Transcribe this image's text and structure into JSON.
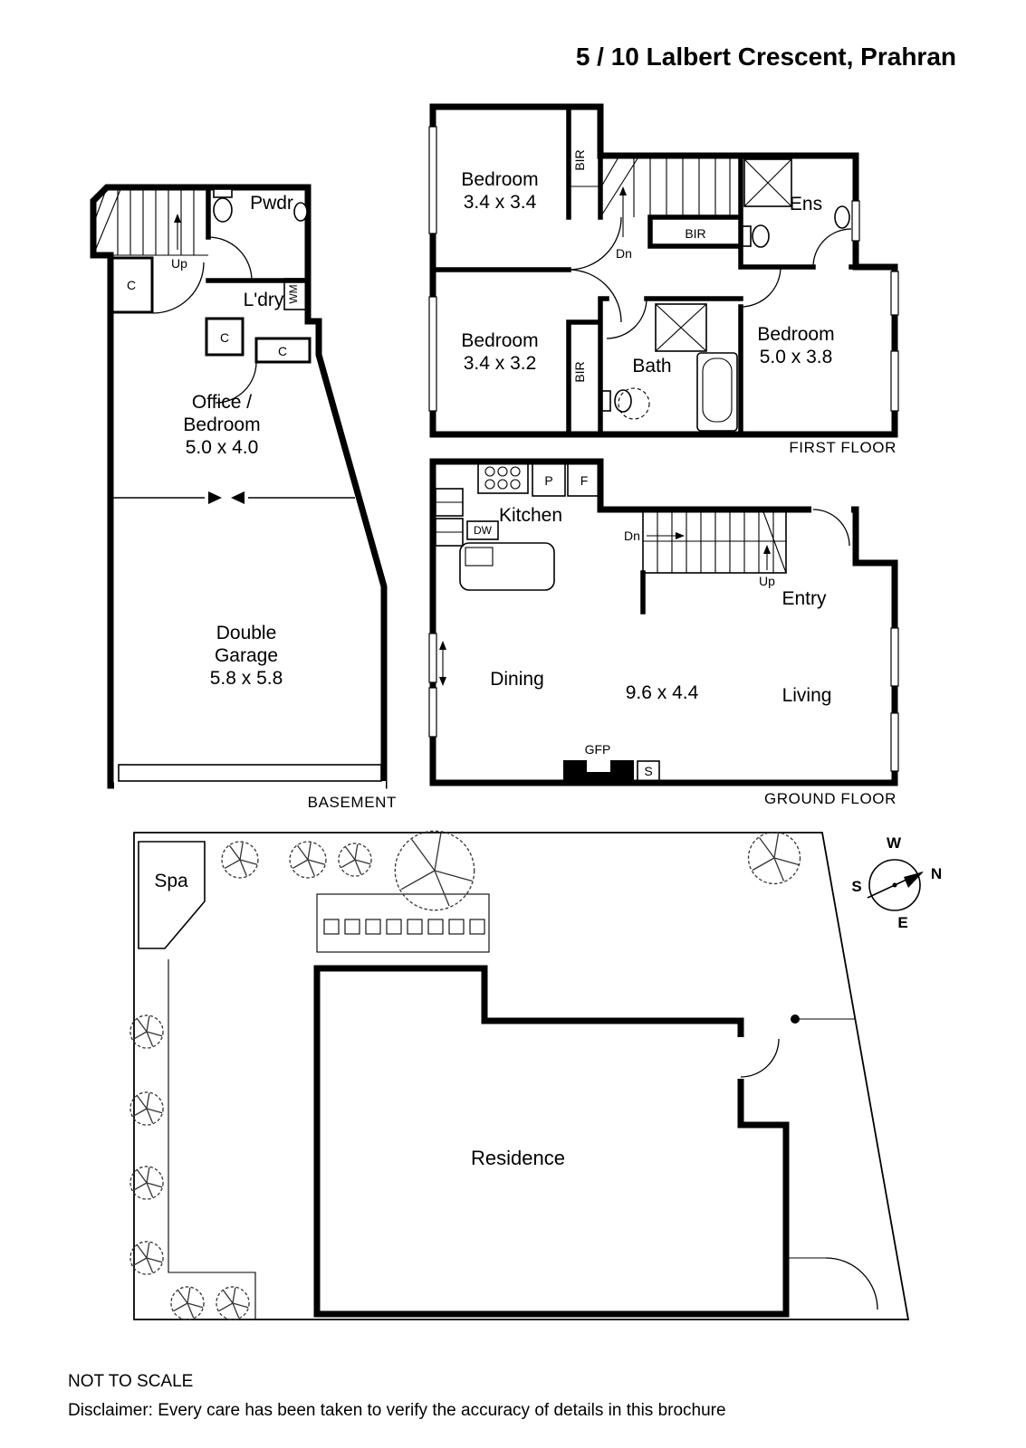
{
  "title": "5 / 10 Lalbert Crescent, Prahran",
  "floors": {
    "first": {
      "caption": "FIRST FLOOR",
      "bedroom1": {
        "name": "Bedroom",
        "dims": "3.4 x 3.4"
      },
      "bedroom2": {
        "name": "Bedroom",
        "dims": "3.4 x 3.2"
      },
      "bedroom3": {
        "name": "Bedroom",
        "dims": "5.0 x 3.8"
      },
      "ensuite": "Ens",
      "bath": "Bath",
      "bir_top": "BIR",
      "bir_mid": "BIR",
      "bir_low": "BIR",
      "down": "Dn"
    },
    "ground": {
      "caption": "GROUND FLOOR",
      "kitchen": "Kitchen",
      "pantry": "P",
      "fridge": "F",
      "dishwasher": "DW",
      "down": "Dn",
      "up": "Up",
      "entry": "Entry",
      "dining": "Dining",
      "living": "Living",
      "living_dining_dims": "9.6 x 4.4",
      "fireplace": "GFP",
      "store": "S"
    },
    "basement": {
      "caption": "BASEMENT",
      "up": "Up",
      "powder": "Pwdr",
      "laundry": "L'dry",
      "washer": "WM",
      "closet1": "C",
      "closet2": "C",
      "closet3": "C",
      "office_line1": "Office /",
      "office_line2": "Bedroom",
      "office_dims": "5.0 x 4.0",
      "garage_line1": "Double",
      "garage_line2": "Garage",
      "garage_dims": "5.8 x 5.8"
    }
  },
  "site": {
    "spa": "Spa",
    "residence": "Residence",
    "compass": {
      "n": "N",
      "s": "S",
      "e": "E",
      "w": "W"
    }
  },
  "footer": {
    "scale_note": "NOT TO SCALE",
    "disclaimer": "Disclaimer: Every care has been taken to verify the accuracy of details in this brochure"
  }
}
